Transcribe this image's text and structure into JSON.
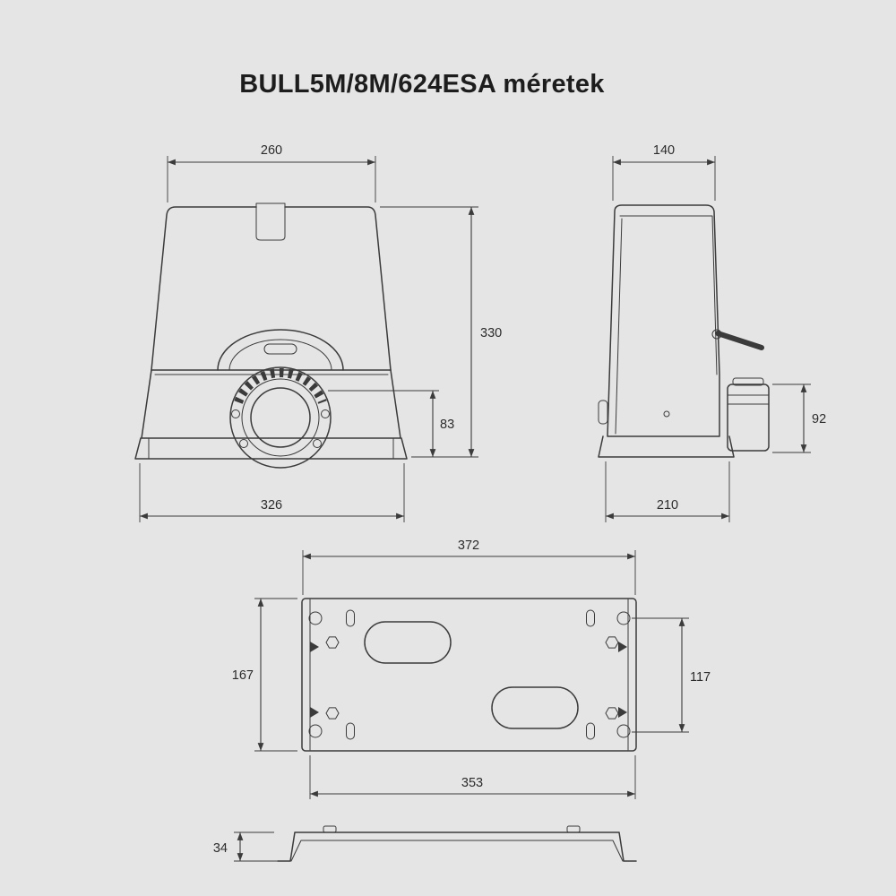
{
  "page": {
    "title": "BULL5M/8M/624ESA méretek",
    "background_color": "#e5e5e5",
    "line_color": "#3b3b3b",
    "text_color": "#2c2c2c"
  },
  "views": {
    "front": {
      "name": "gate-motor-front-view",
      "dims": {
        "width_top": "260",
        "height": "330",
        "pinion": "83",
        "width_base": "326"
      }
    },
    "side": {
      "name": "gate-motor-side-view",
      "dims": {
        "width_top": "140",
        "motor": "92",
        "depth_base": "210"
      }
    },
    "plate": {
      "name": "base-plate-top-view",
      "dims": {
        "width_top": "372",
        "height": "167",
        "holes": "117",
        "width_bottom": "353"
      }
    },
    "profile": {
      "name": "base-plate-profile-view",
      "dims": {
        "height": "34"
      }
    }
  }
}
